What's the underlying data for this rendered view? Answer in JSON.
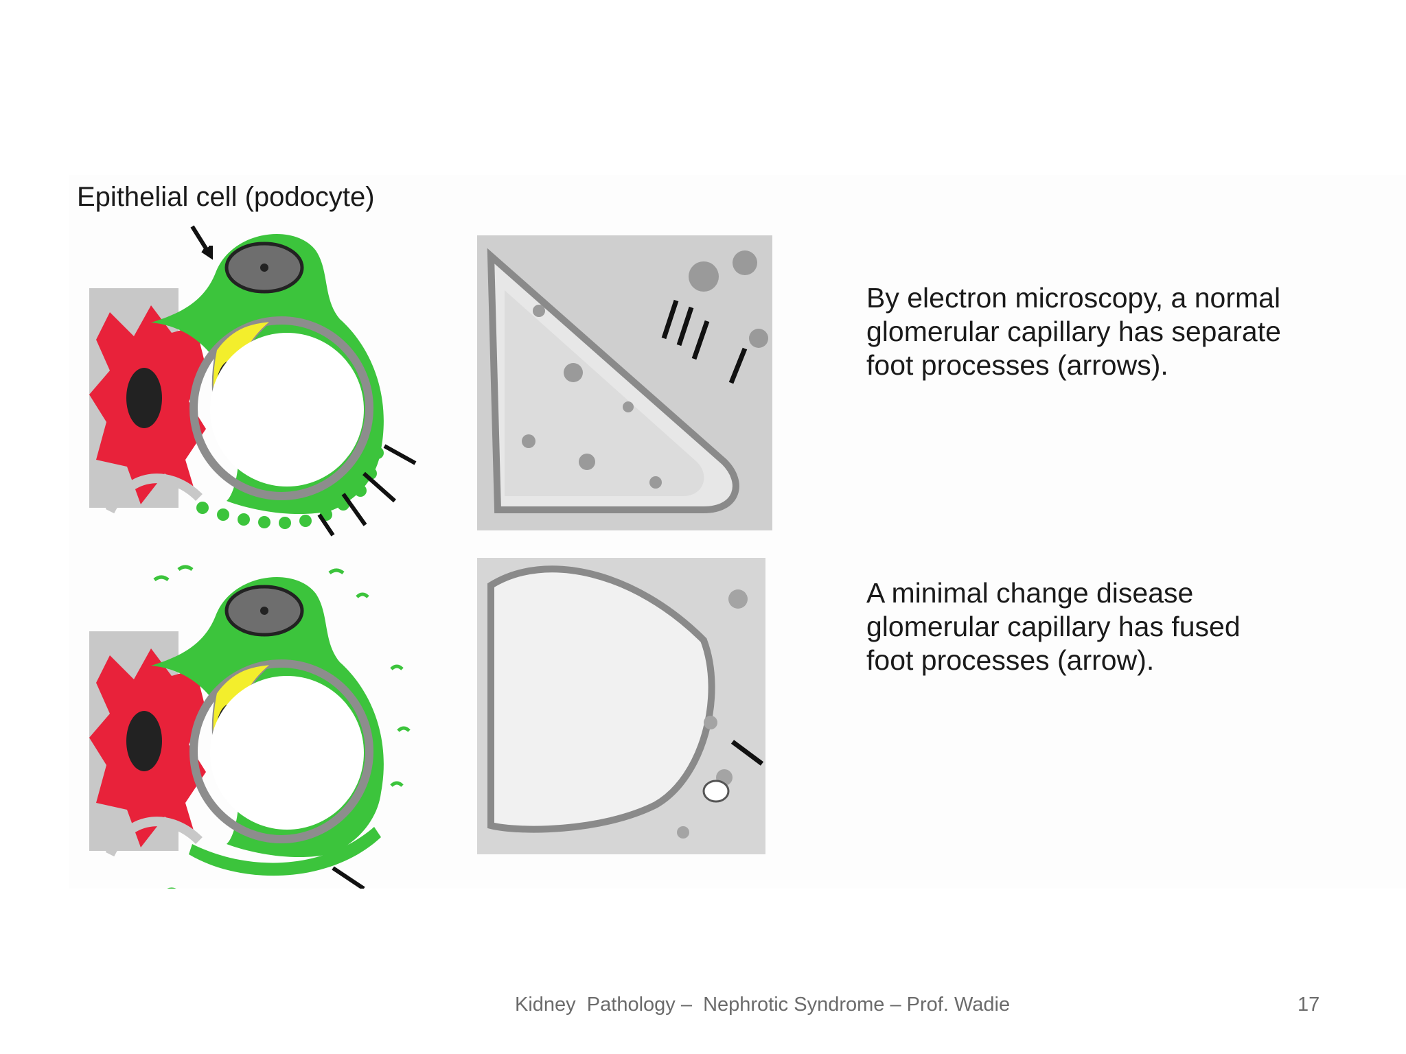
{
  "slide": {
    "figure": {
      "diagram_title": "Epithelial cell (podocyte)",
      "captions": [
        {
          "lines": [
            "By electron microscopy, a normal",
            "glomerular capillary has separate",
            "foot processes (arrows)."
          ]
        },
        {
          "lines": [
            "A minimal change disease",
            "glomerular capillary has fused",
            "foot processes (arrow)."
          ]
        }
      ]
    },
    "footer": "Kidney  Pathology –  Nephrotic Syndrome – Prof. Wadie",
    "page_number": "17"
  },
  "colors": {
    "podocyte": "#3cc43c",
    "mesangial_cell": "#e8223a",
    "endothelial_cell": "#f3ee2c",
    "basement_membrane": "#8d8d8d",
    "nucleus": "#6e6e6e",
    "micrograph": "#cfcfcf",
    "footer_text": "#6b6b6b"
  }
}
